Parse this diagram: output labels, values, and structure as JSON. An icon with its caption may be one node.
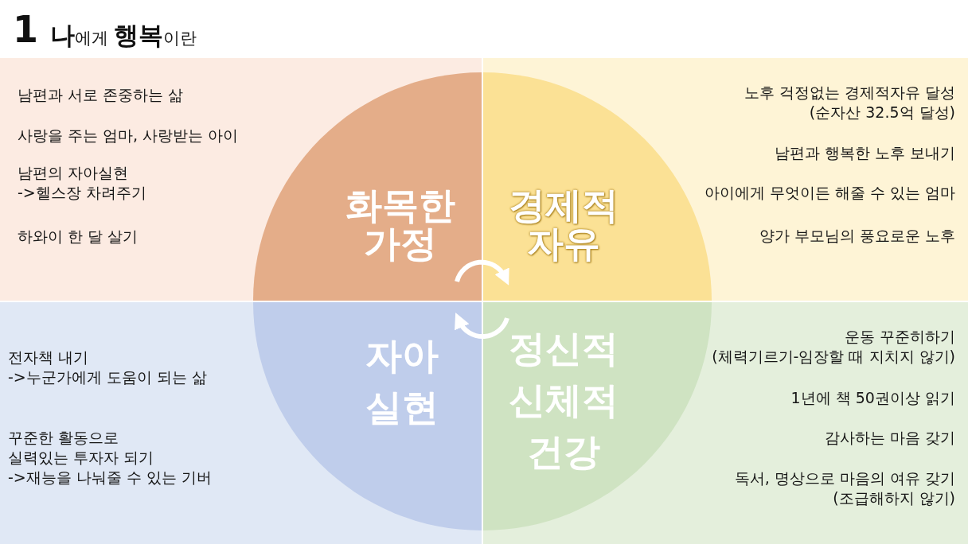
{
  "diagram": {
    "title": "**나**에게 **행복**이란",
    "nodes": [
      {
        "text": [
          "남편과 서로 존중하는 삶",
          "사랑을 주는 엄마, 사랑받는 아이",
          "남편의 자아실현 ->헬스장 차려주기",
          "하와이 한 달 살기"
        ]
      },
      {
        "text": [
          "화목한 가정"
        ],
        "in": 0
      },
      {
        "text": [
          "노후 걱정없는 경제적자유 달성 (순자산 32.5억 달성)",
          "남편과 행복한 노후 보내기",
          "아이에게 무엇이든 해줄 수 있는 엄마",
          "양가 부모님의 풍요로운 노후"
        ]
      },
      {
        "text": [
          "경제적 자유"
        ],
        "in": 2
      },
      {
        "text": [
          "전자책 내기 ->누군가에게 도움이 되는 삶",
          "꾸준한 활동으로 실력있는 투자자 되기 ->재능을 나눠줄 수 있는 기버"
        ]
      },
      {
        "text": [
          "자아 실현"
        ],
        "in": 4
      },
      {
        "text": [
          "운동 꾸준히하기 (체력기르기-임장할 때 지치지 않기)",
          "1년에 책 50권이상 읽기",
          "감사하는 마음 갖기",
          "독서, 명상으로 마음의 여유 갖기 (조급해하지 않기)"
        ]
      },
      {
        "text": [
          "정신적 신체적 건강"
        ],
        "in": 6
      }
    ],
    "edges": [
      {
        "from": 1,
        "to": 3,
        "arrow": "to"
      },
      {
        "from": 7,
        "to": 5,
        "arrow": "to"
      }
    ],
    "labels": [
      "1"
    ]
  }
}
